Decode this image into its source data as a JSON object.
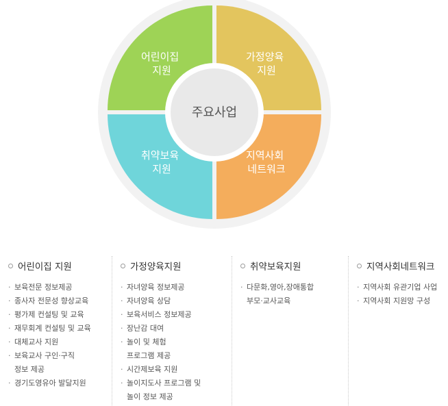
{
  "diagram": {
    "center": "주요사업",
    "quadrants": [
      {
        "id": "tl",
        "lines": [
          "어린이집",
          "지원"
        ],
        "color": "#9ed356"
      },
      {
        "id": "tr",
        "lines": [
          "가정양육",
          "지원"
        ],
        "color": "#e3c55e"
      },
      {
        "id": "bl",
        "lines": [
          "취약보육",
          "지원"
        ],
        "color": "#6fd5da"
      },
      {
        "id": "br",
        "lines": [
          "지역사회",
          "네트워크"
        ],
        "color": "#f4ad5c"
      }
    ],
    "ring_color": "#f2f2f2",
    "center_color": "#e9e9e9"
  },
  "columns": [
    {
      "title": "어린이집 지원",
      "items": [
        "보육전문 정보제공",
        "종사자 전문성 향상교육",
        "평가제 컨설팅 및 교육",
        "재무회계 컨설팅 및 교육",
        "대체교사 지원",
        "보육교사 구인·구직\n정보 제공",
        "경기도영유아 발달지원"
      ]
    },
    {
      "title": "가정양육지원",
      "items": [
        "자녀양육 정보제공",
        "자녀양육 상담",
        "보육서비스 정보제공",
        "장난감 대여",
        "놀이 및 체험\n프로그램 제공",
        "시간제보육 지원",
        "놀이지도사 프로그램 및\n놀이 정보 제공"
      ]
    },
    {
      "title": "취약보육지원",
      "items": [
        "다문화,영아,장애통합\n부모·교사교육"
      ]
    },
    {
      "title": "지역사회네트워크",
      "items": [
        "지역사회 유관기업 사업",
        "지역사회 지원망 구성"
      ]
    }
  ]
}
